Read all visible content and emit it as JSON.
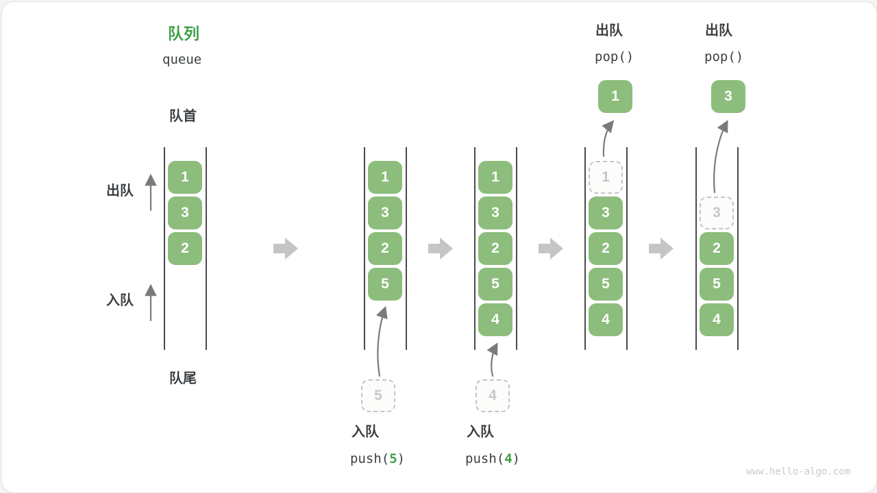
{
  "title": {
    "zh": "队列",
    "en": "queue"
  },
  "side_labels": {
    "front": "队首",
    "rear": "队尾",
    "dequeue": "出队",
    "enqueue": "入队"
  },
  "operations": {
    "pop_a": {
      "zh": "出队",
      "code": "pop()"
    },
    "pop_b": {
      "zh": "出队",
      "code": "pop()"
    },
    "push5": {
      "zh": "入队",
      "code_open": "push(",
      "num": "5",
      "code_close": ")"
    },
    "push4": {
      "zh": "入队",
      "code_open": "push(",
      "num": "4",
      "code_close": ")"
    }
  },
  "queues": [
    {
      "label": "state-1",
      "items": [
        {
          "value": "1"
        },
        {
          "value": "3"
        },
        {
          "value": "2"
        }
      ]
    },
    {
      "label": "state-2",
      "items": [
        {
          "value": "1"
        },
        {
          "value": "3"
        },
        {
          "value": "2"
        },
        {
          "value": "5"
        }
      ]
    },
    {
      "label": "state-3",
      "items": [
        {
          "value": "1"
        },
        {
          "value": "3"
        },
        {
          "value": "2"
        },
        {
          "value": "5"
        },
        {
          "value": "4"
        }
      ]
    },
    {
      "label": "state-4",
      "popped": "1",
      "items": [
        {
          "value": "1",
          "dashed": true
        },
        {
          "value": "3"
        },
        {
          "value": "2"
        },
        {
          "value": "5"
        },
        {
          "value": "4"
        }
      ]
    },
    {
      "label": "state-5",
      "popped": "3",
      "items": [
        {
          "value": "3",
          "dashed": true
        },
        {
          "value": "2"
        },
        {
          "value": "5"
        },
        {
          "value": "4"
        }
      ]
    }
  ],
  "staging": {
    "push5_value": "5",
    "push4_value": "4"
  },
  "watermark": "www.hello-algo.com",
  "colors": {
    "box_green": "#8cbd7c",
    "accent_green": "#3fa047",
    "big_arrow_gray": "#c5c5c5",
    "thin_arrow_gray": "#7a7a7a",
    "dashed_border": "#c4c4c4",
    "text_dark": "#3b3f42",
    "wall_dark": "#4a4a4a"
  }
}
